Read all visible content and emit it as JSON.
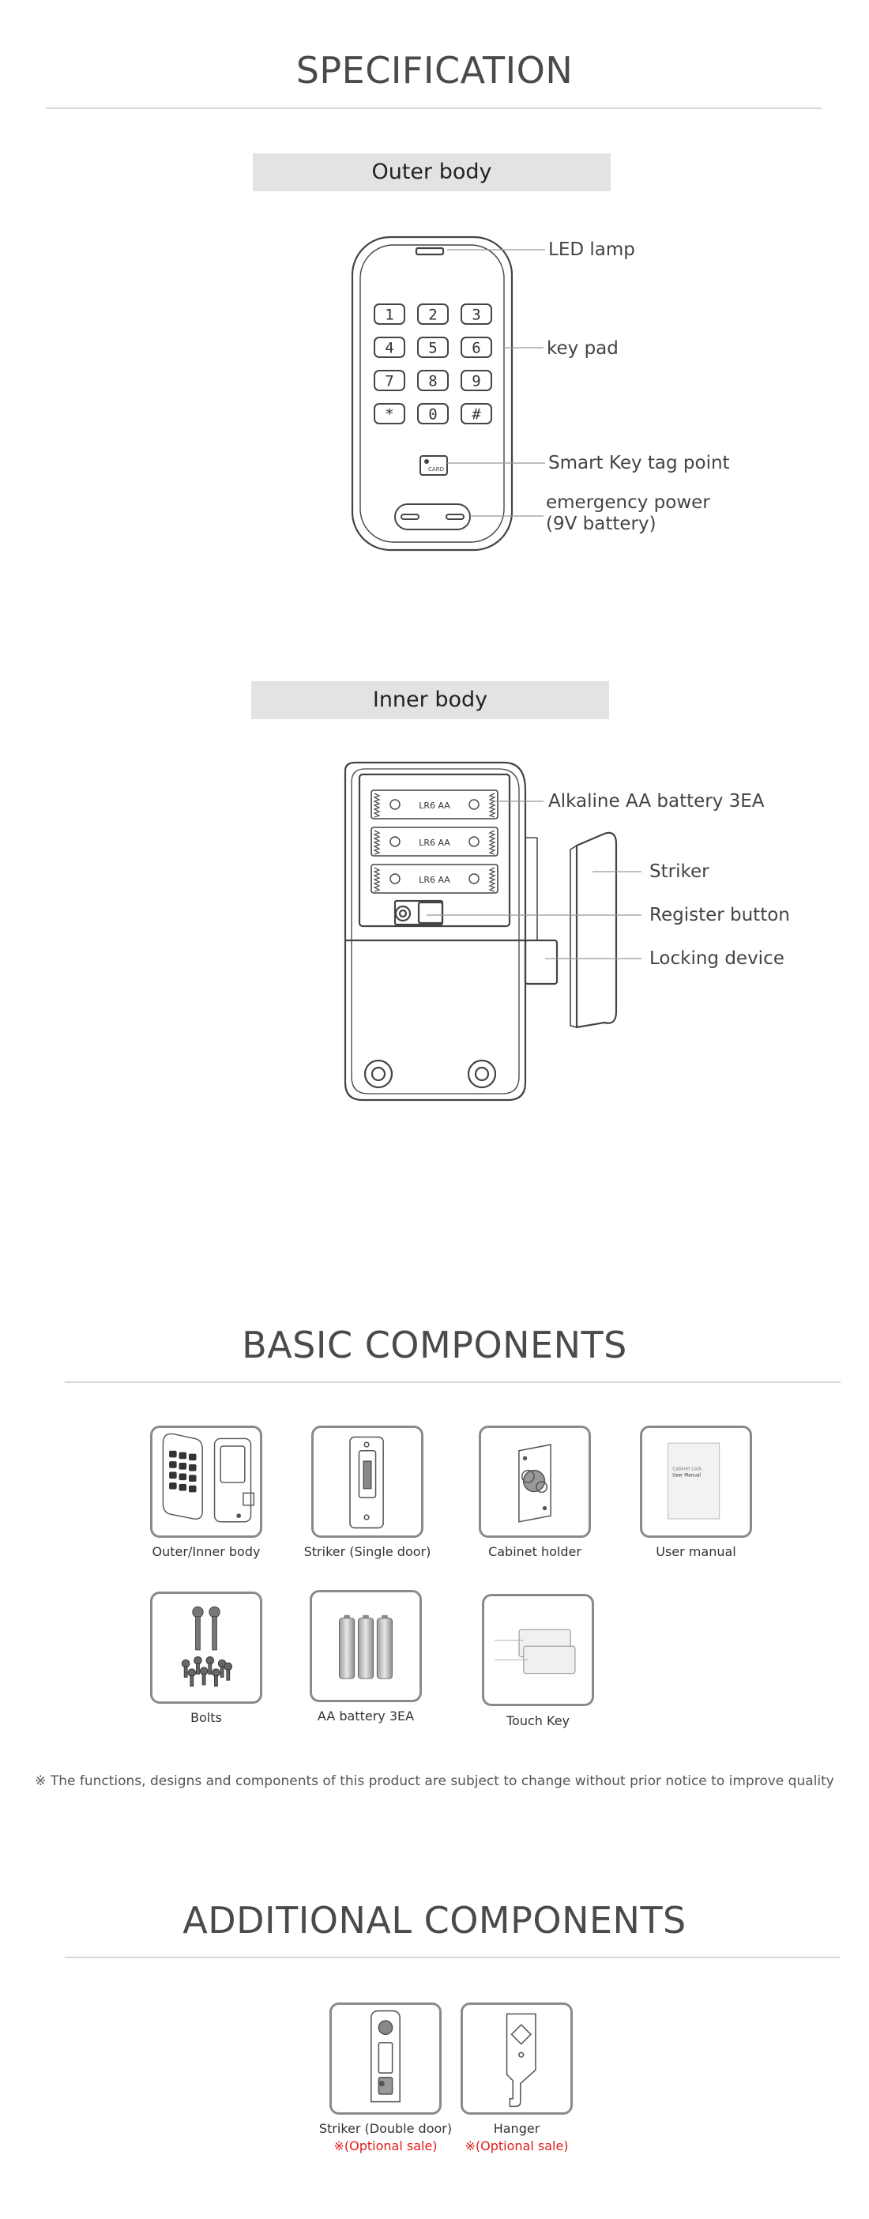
{
  "spec": {
    "title": "SPECIFICATION",
    "outer": {
      "band": "Outer body",
      "keys": [
        "1",
        "2",
        "3",
        "4",
        "5",
        "6",
        "7",
        "8",
        "9",
        "*",
        "0",
        "#"
      ],
      "card_label": "CARD",
      "callouts": [
        "LED lamp",
        "key pad",
        "Smart Key tag point",
        "emergency power",
        "(9V battery)"
      ]
    },
    "inner": {
      "band": "Inner body",
      "battery_label": "LR6 AA",
      "callouts": [
        "Alkaline AA battery 3EA",
        "Striker",
        "Register button",
        "Locking device"
      ]
    }
  },
  "basic": {
    "title": "BASIC COMPONENTS",
    "items": [
      "Outer/Inner body",
      "Striker (Single door)",
      "Cabinet holder",
      "User manual",
      "Bolts",
      "AA battery 3EA",
      "Touch Key"
    ],
    "manual_text": [
      "Cabinet Lock",
      "User Manual"
    ],
    "note": "※ The functions, designs and components of this product are subject to change without prior notice to improve quality"
  },
  "additional": {
    "title": "ADDITIONAL COMPONENTS",
    "items": [
      {
        "label": "Striker (Double door)",
        "optional": "※(Optional sale)"
      },
      {
        "label": "Hanger",
        "optional": "※(Optional sale)"
      }
    ]
  }
}
